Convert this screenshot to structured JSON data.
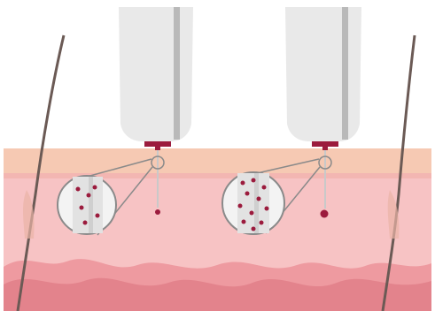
{
  "diagram": {
    "kind": "skin-cross-section-needle-illustration",
    "labels": [],
    "panels": [
      {
        "name": "left-device",
        "droplet_count_in_zoom": 6
      },
      {
        "name": "right-device",
        "droplet_count_in_zoom": 11
      }
    ]
  },
  "colors": {
    "background": "#ffffff",
    "epidermis": "#f6c9b3",
    "dermis": "#f7c3c4",
    "dermis_deep": "#f1a7ab",
    "subcutis_wave": "#e98b92",
    "device_body": "#e9e9e9",
    "device_shadow": "#b9b9b9",
    "needle": "#c9c9c9",
    "serum_dot": "#9b1b3d",
    "hair": "#6b5a55",
    "zoom_circle": "#f3f3f3"
  }
}
